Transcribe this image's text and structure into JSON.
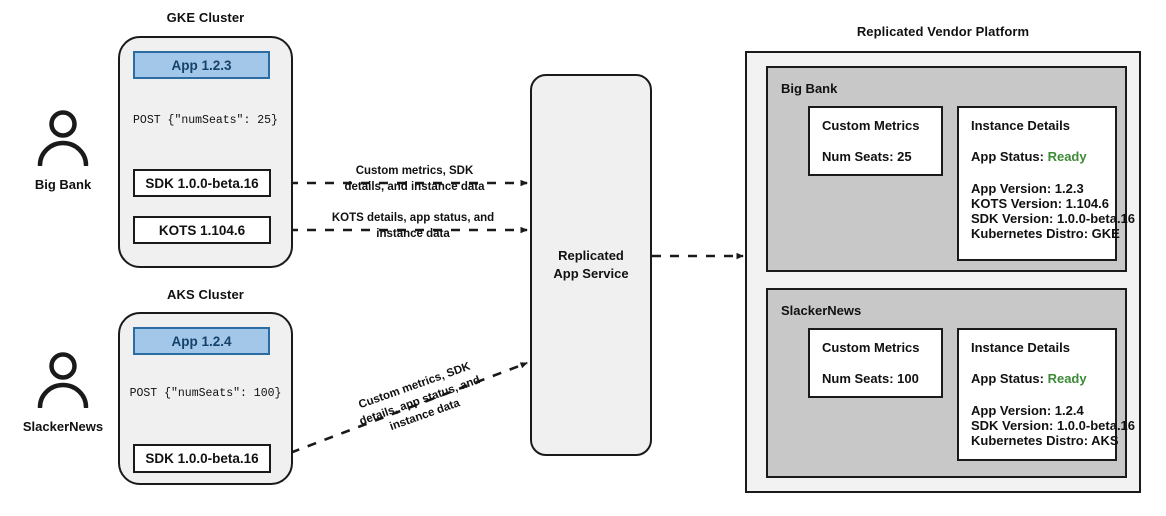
{
  "clusters": [
    {
      "title": "GKE Cluster",
      "actor": "Big Bank",
      "actor_icon": "person-icon",
      "app_label": "App 1.2.3",
      "post_label": "POST {\"numSeats\": 25}",
      "components": [
        "SDK 1.0.0-beta.16",
        "KOTS 1.104.6"
      ]
    },
    {
      "title": "AKS Cluster",
      "actor": "SlackerNews",
      "actor_icon": "person-icon",
      "app_label": "App 1.2.4",
      "post_label": "POST {\"numSeats\": 100}",
      "components": [
        "SDK 1.0.0-beta.16"
      ]
    }
  ],
  "edges": {
    "sdk_to_service": "Custom metrics, SDK\ndetails, and instance data",
    "sdk_to_service_line1": "Custom metrics, SDK",
    "sdk_to_service_line2": "details, and instance data",
    "kots_to_service_line1": "KOTS details, app status, and",
    "kots_to_service_line2": "instance data",
    "aks_to_service_line1": "Custom metrics, SDK",
    "aks_to_service_line2": "details, app status, and",
    "aks_to_service_line3": "instance data"
  },
  "service": {
    "line1": "Replicated",
    "line2": "App Service"
  },
  "platform": {
    "title": "Replicated Vendor Platform",
    "tenants": [
      {
        "name": "Big Bank",
        "metrics": {
          "heading": "Custom Metrics",
          "rows": [
            "Num Seats: 25"
          ]
        },
        "details": {
          "heading": "Instance Details",
          "status_label": "App Status:",
          "status_value": "Ready",
          "status_color": "#3d8b37",
          "rows": [
            "App Version: 1.2.3",
            "KOTS Version: 1.104.6",
            "SDK Version: 1.0.0-beta.16",
            "Kubernetes Distro: GKE"
          ]
        }
      },
      {
        "name": "SlackerNews",
        "metrics": {
          "heading": "Custom Metrics",
          "rows": [
            "Num Seats: 100"
          ]
        },
        "details": {
          "heading": "Instance Details",
          "status_label": "App Status:",
          "status_value": "Ready",
          "status_color": "#3d8b37",
          "rows": [
            "App Version: 1.2.4",
            "SDK Version: 1.0.0-beta.16",
            "Kubernetes Distro: AKS"
          ]
        }
      }
    ]
  },
  "colors": {
    "app_fill": "#a3c7e8",
    "app_border": "#2b6ca3",
    "app_text": "#14426b",
    "cluster_fill": "#f0f0f0",
    "tenant_fill": "#c8c8c8",
    "platform_fill": "#f2f2f2",
    "stroke": "#1a1a1a",
    "ready_green": "#3d8b37"
  }
}
